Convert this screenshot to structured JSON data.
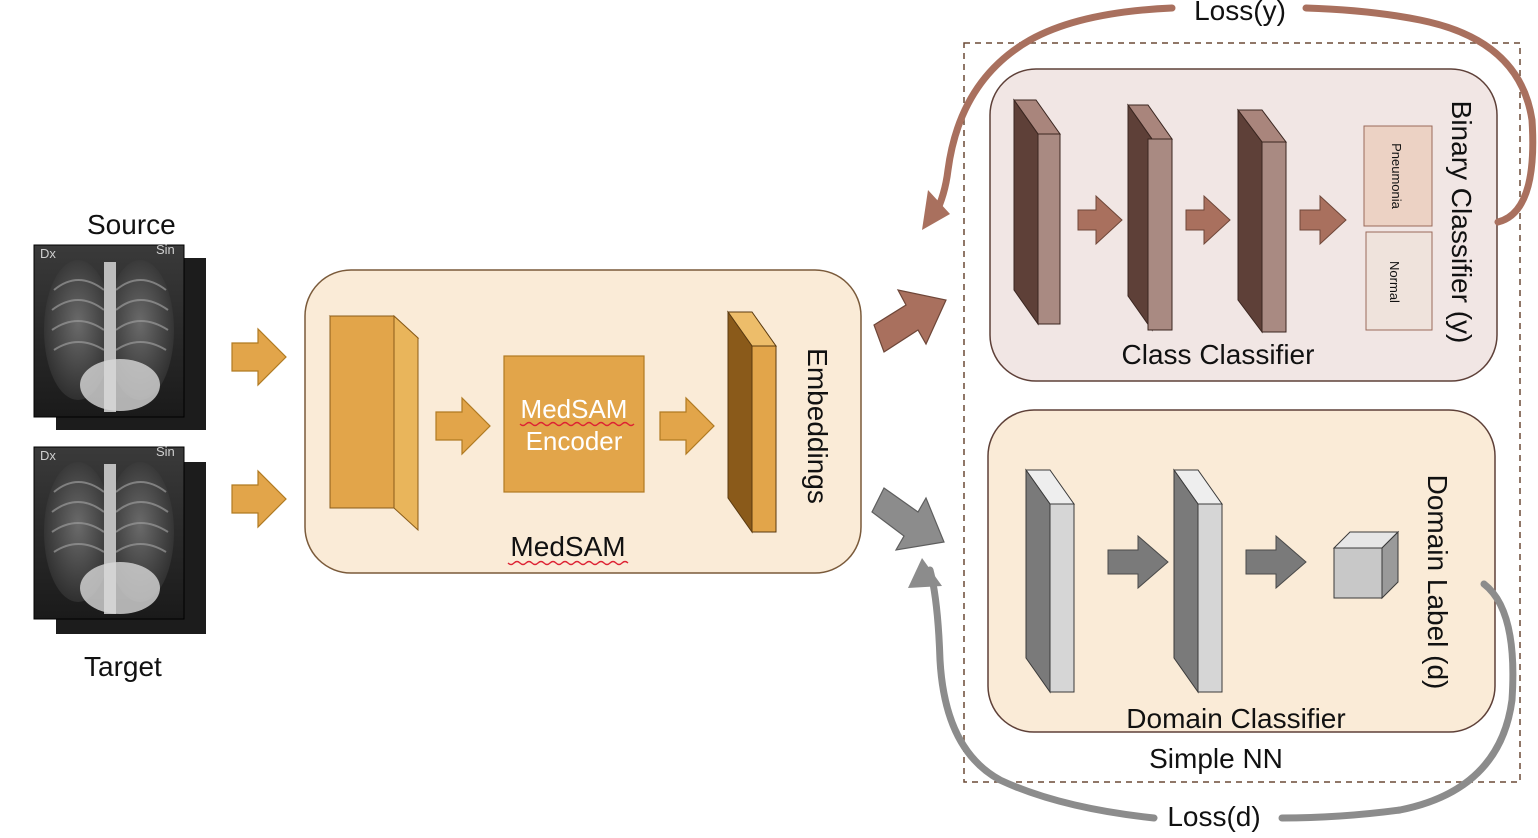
{
  "inputs": {
    "source_label": "Source",
    "target_label": "Target",
    "xray_marker_left": "Dx",
    "xray_marker_right": "Sin"
  },
  "medsam": {
    "panel_label": "MedSAM",
    "encoder_line1": "MedSAM",
    "encoder_line2": "Encoder",
    "embeddings_label": "Embeddings"
  },
  "class_classifier": {
    "panel_label": "Class Classifier",
    "side_label": "Binary Classifier (y)",
    "output_1": "Pneumonia",
    "output_2": "Normal"
  },
  "domain_classifier": {
    "panel_label": "Domain Classifier",
    "side_label": "Domain Label (d)"
  },
  "simple_nn_label": "Simple NN",
  "loss_y": "Loss(y)",
  "loss_d": "Loss(d)",
  "colors": {
    "orange": "#e2a54a",
    "orange_dark": "#b07a22",
    "cream": "#faebd7",
    "brown": "#a97a6e",
    "brown_dark": "#5e4038",
    "mauve_panel": "#f1e6e4",
    "gray": "#d6d6d6",
    "gray_dark": "#7a7a7a",
    "panel_border": "#8a6a4a"
  }
}
